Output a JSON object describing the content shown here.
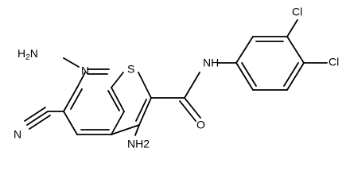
{
  "diagram": {
    "type": "chemical-structure",
    "labels": {
      "nh2_left": "H2N",
      "nh2_left_sub": "2",
      "n_ring": "N",
      "s_ring": "S",
      "nh_amide": "NH",
      "o_carbonyl": "O",
      "nh2_bottom": "NH2",
      "n_nitrile": "N",
      "cl_top": "Cl",
      "cl_right": "Cl"
    },
    "colors": {
      "bond": "#000000",
      "text": "#000000",
      "background": "#ffffff"
    }
  }
}
